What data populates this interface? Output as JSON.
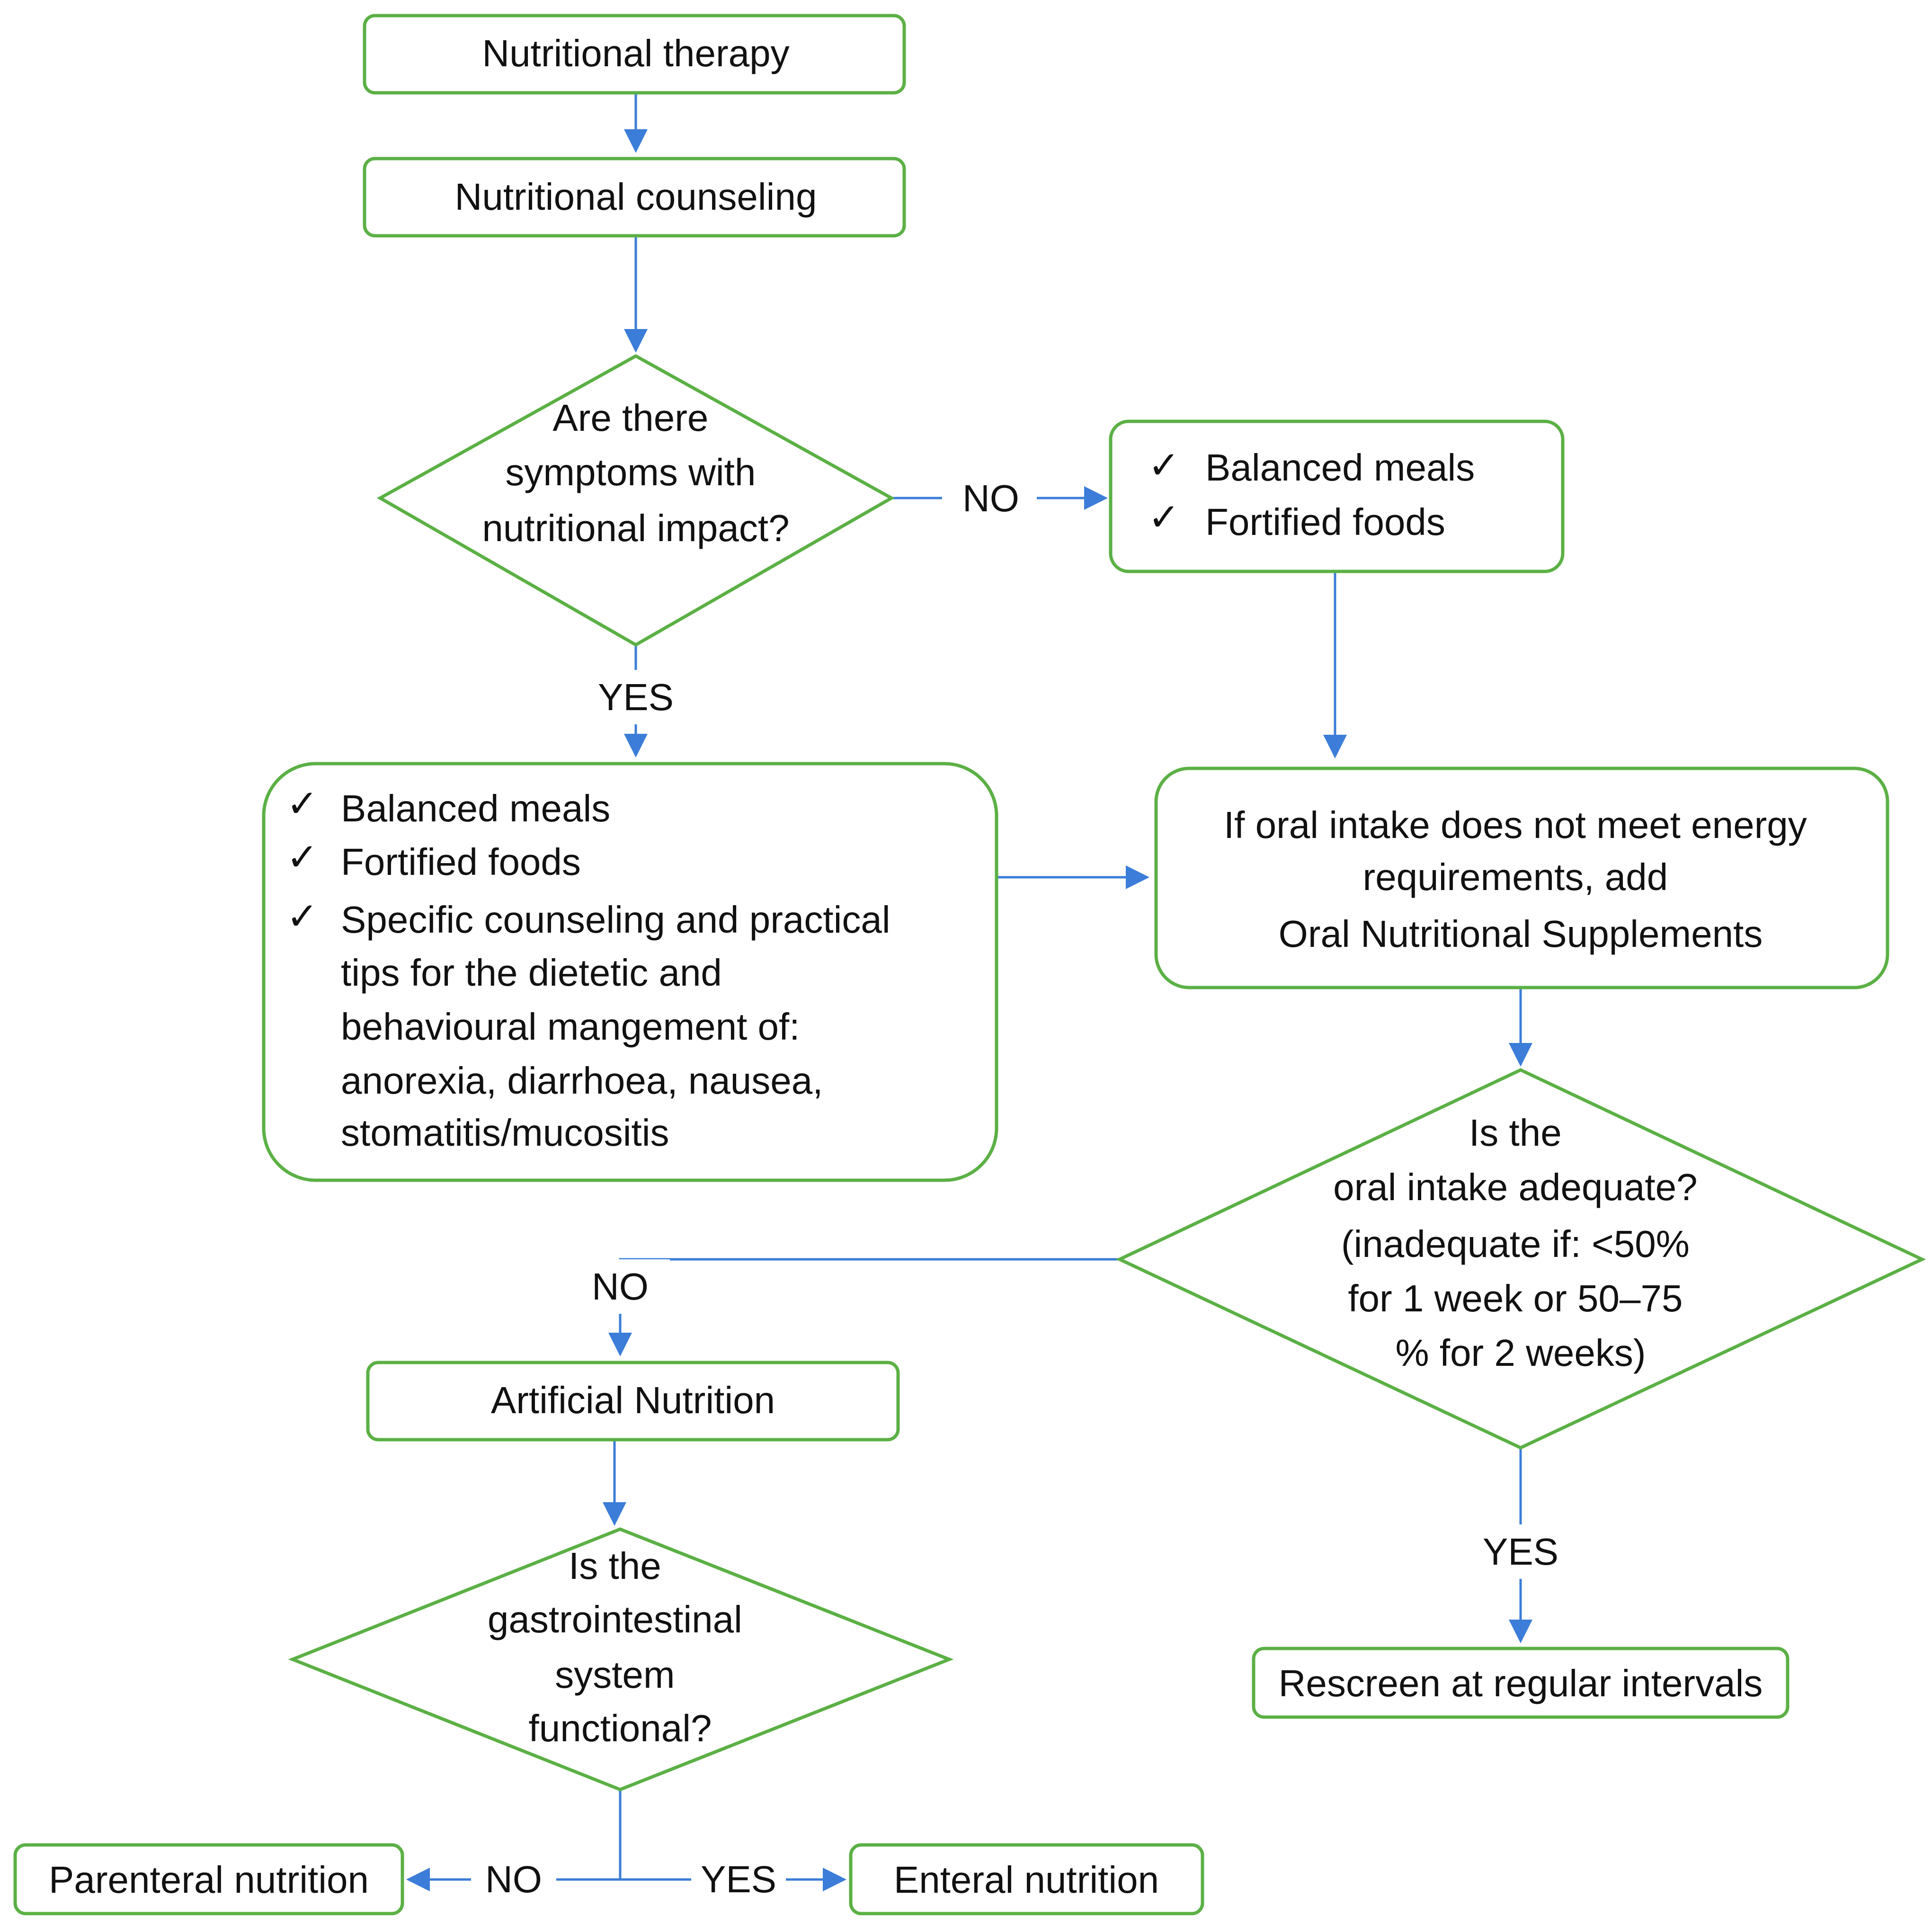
{
  "nodes": {
    "nutritional_therapy": "Nutritional therapy",
    "nutritional_counseling": "Nutritional counseling",
    "symptoms_question": [
      "Are there",
      "symptoms with",
      "nutritional impact?"
    ],
    "no_symptoms_box": [
      "Balanced meals",
      "Fortified foods"
    ],
    "symptoms_box": {
      "items": [
        "Balanced meals",
        "Fortified foods",
        "Specific counseling and practical"
      ],
      "continuation": [
        "tips for the dietetic and",
        "behavioural mangement of:",
        "anorexia, diarrhoea, nausea,",
        "stomatitis/mucositis"
      ]
    },
    "ons_box": [
      "If oral intake does not meet energy",
      "requirements, add",
      "Oral Nutritional Supplements"
    ],
    "intake_question": [
      "Is the",
      "oral intake adequate?",
      "(inadequate  if: <50%",
      "for 1 week or 50–75",
      "% for 2 weeks)"
    ],
    "artificial_nutrition": "Artificial Nutrition",
    "gi_question": [
      "Is the",
      "gastrointestinal",
      "system",
      "functional?"
    ],
    "rescreen": "Rescreen at regular intervals",
    "parenteral": "Parenteral nutrition",
    "enteral": "Enteral nutrition"
  },
  "edge_labels": {
    "symptoms_no": "NO",
    "symptoms_yes": "YES",
    "intake_no": "NO",
    "intake_yes": "YES",
    "gi_no": "NO",
    "gi_yes": "YES"
  },
  "checkmark": "✓",
  "colors": {
    "node_border": "#5bb045",
    "connector": "#3b7dd8",
    "text": "#111111",
    "background": "#ffffff"
  }
}
